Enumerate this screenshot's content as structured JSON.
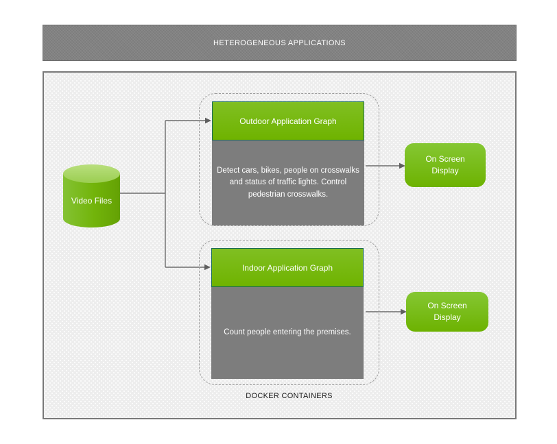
{
  "header": {
    "title": "HETEROGENEOUS APPLICATIONS"
  },
  "source": {
    "label": "Video Files"
  },
  "docker": {
    "label": "DOCKER CONTAINERS"
  },
  "pipelines": [
    {
      "title": "Outdoor Application Graph",
      "description": "Detect cars, bikes, people on crosswalks and status of traffic lights. Control pedestrian crosswalks.",
      "output": "On Screen Display"
    },
    {
      "title": "Indoor Application Graph",
      "description": "Count people entering the premises.",
      "output": "On Screen Display"
    }
  ],
  "colors": {
    "nvidia_green": "#76b900",
    "cylinder_top_green": "#9bce51",
    "box_gray": "#7d7d7d",
    "header_gray": "#828282",
    "panel_bg": "#ededed",
    "connector_gray": "#6b6b6b",
    "green_border": "#17695a"
  }
}
